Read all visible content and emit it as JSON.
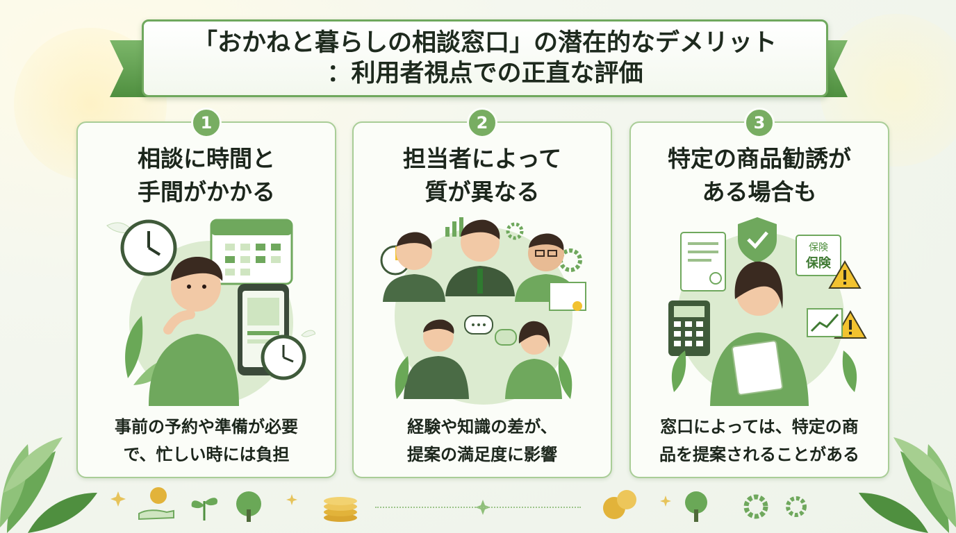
{
  "banner": {
    "line1": "「おかねと暮らしの相談窓口」の潜在的なデメリット",
    "line2": "：利用者視点での正直な評価"
  },
  "cards": [
    {
      "number": "1",
      "title_line1": "相談に時間と",
      "title_line2": "手間がかかる",
      "desc_line1": "事前の予約や準備が必要",
      "desc_line2": "で、忙しい時には負担"
    },
    {
      "number": "2",
      "title_line1": "担当者によって",
      "title_line2": "質が異なる",
      "desc_line1": "経験や知識の差が、",
      "desc_line2": "提案の満足度に影響"
    },
    {
      "number": "3",
      "title_line1": "特定の商品勧誘が",
      "title_line2": "ある場合も",
      "desc_line1": "窓口によっては、特定の商",
      "desc_line2": "品を提案されることがある"
    }
  ],
  "illustration_labels": {
    "insurance_sign_line1": "保険",
    "insurance_sign_line2": "保険"
  },
  "colors": {
    "accent_green": "#6fa85d",
    "dark_green": "#3f7a33",
    "light_green": "#cfe5c1",
    "warning_yellow": "#f2c230",
    "coin_gold": "#e2b33a"
  }
}
